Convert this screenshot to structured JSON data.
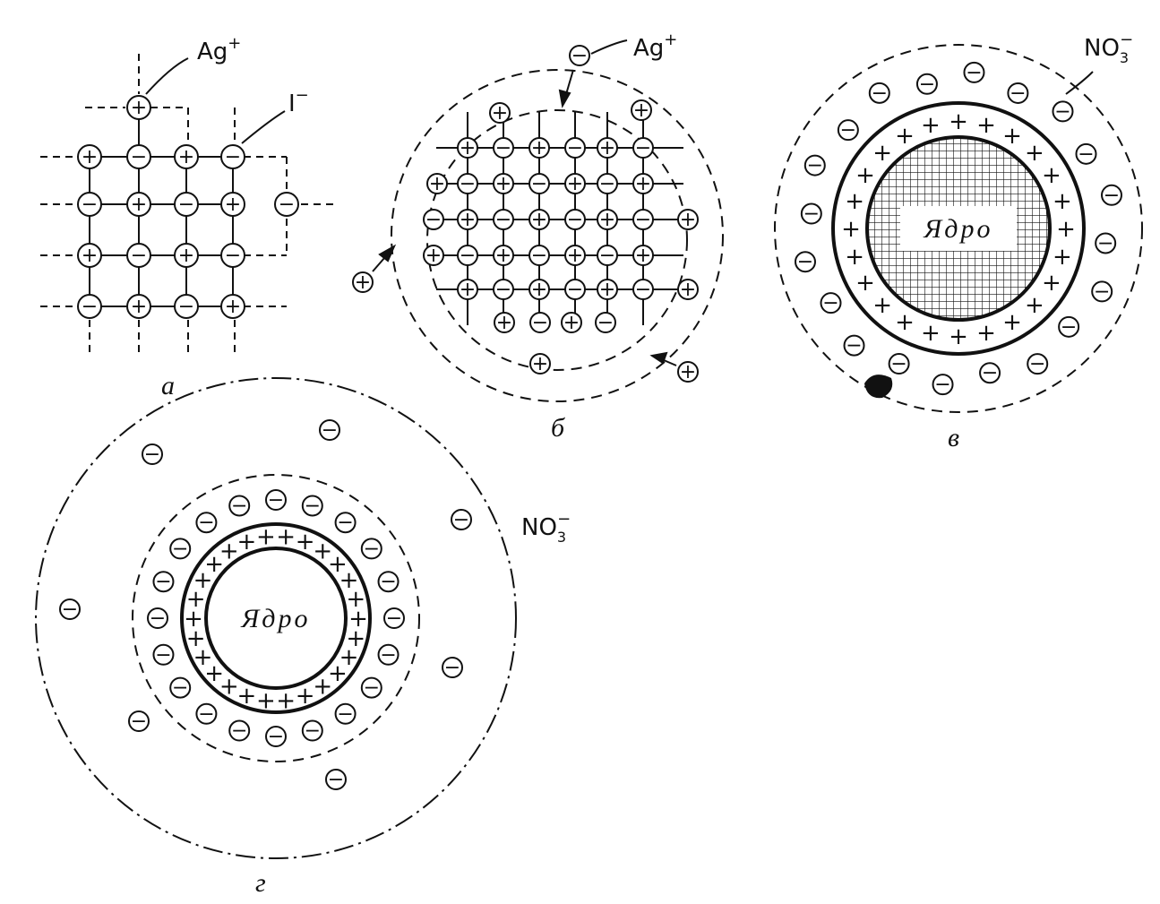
{
  "panels": {
    "a": {
      "caption": "а",
      "cation_label": "Ag",
      "cation_charge": "+",
      "anion_label": "I",
      "anion_charge": "−",
      "lattice": [
        [
          "+",
          "−",
          "+",
          "−"
        ],
        [
          "−",
          "+",
          "−",
          "+"
        ],
        [
          "+",
          "−",
          "+",
          "−"
        ],
        [
          "−",
          "+",
          "−",
          "+"
        ]
      ]
    },
    "b": {
      "caption": "б",
      "cation_label": "Ag",
      "cation_charge": "+",
      "lattice": [
        [
          "+",
          "−",
          "+",
          "−",
          "+",
          "−"
        ],
        [
          "−",
          "+",
          "−",
          "+",
          "−",
          "+"
        ],
        [
          "+",
          "−",
          "+",
          "−",
          "+",
          "−"
        ],
        [
          "−",
          "+",
          "−",
          "+",
          "−",
          "+"
        ],
        [
          "+",
          "−",
          "+",
          "−",
          "+",
          "−"
        ]
      ]
    },
    "c": {
      "caption": "в",
      "core_label": "Ядро",
      "counterion_label": "NO",
      "counterion_sub": "3",
      "counterion_charge": "−"
    },
    "d": {
      "caption": "г",
      "core_label": "Ядро",
      "counterion_label": "NO",
      "counterion_sub": "3",
      "counterion_charge": "−"
    }
  },
  "colors": {
    "ink": "#111111",
    "paper": "#ffffff"
  }
}
